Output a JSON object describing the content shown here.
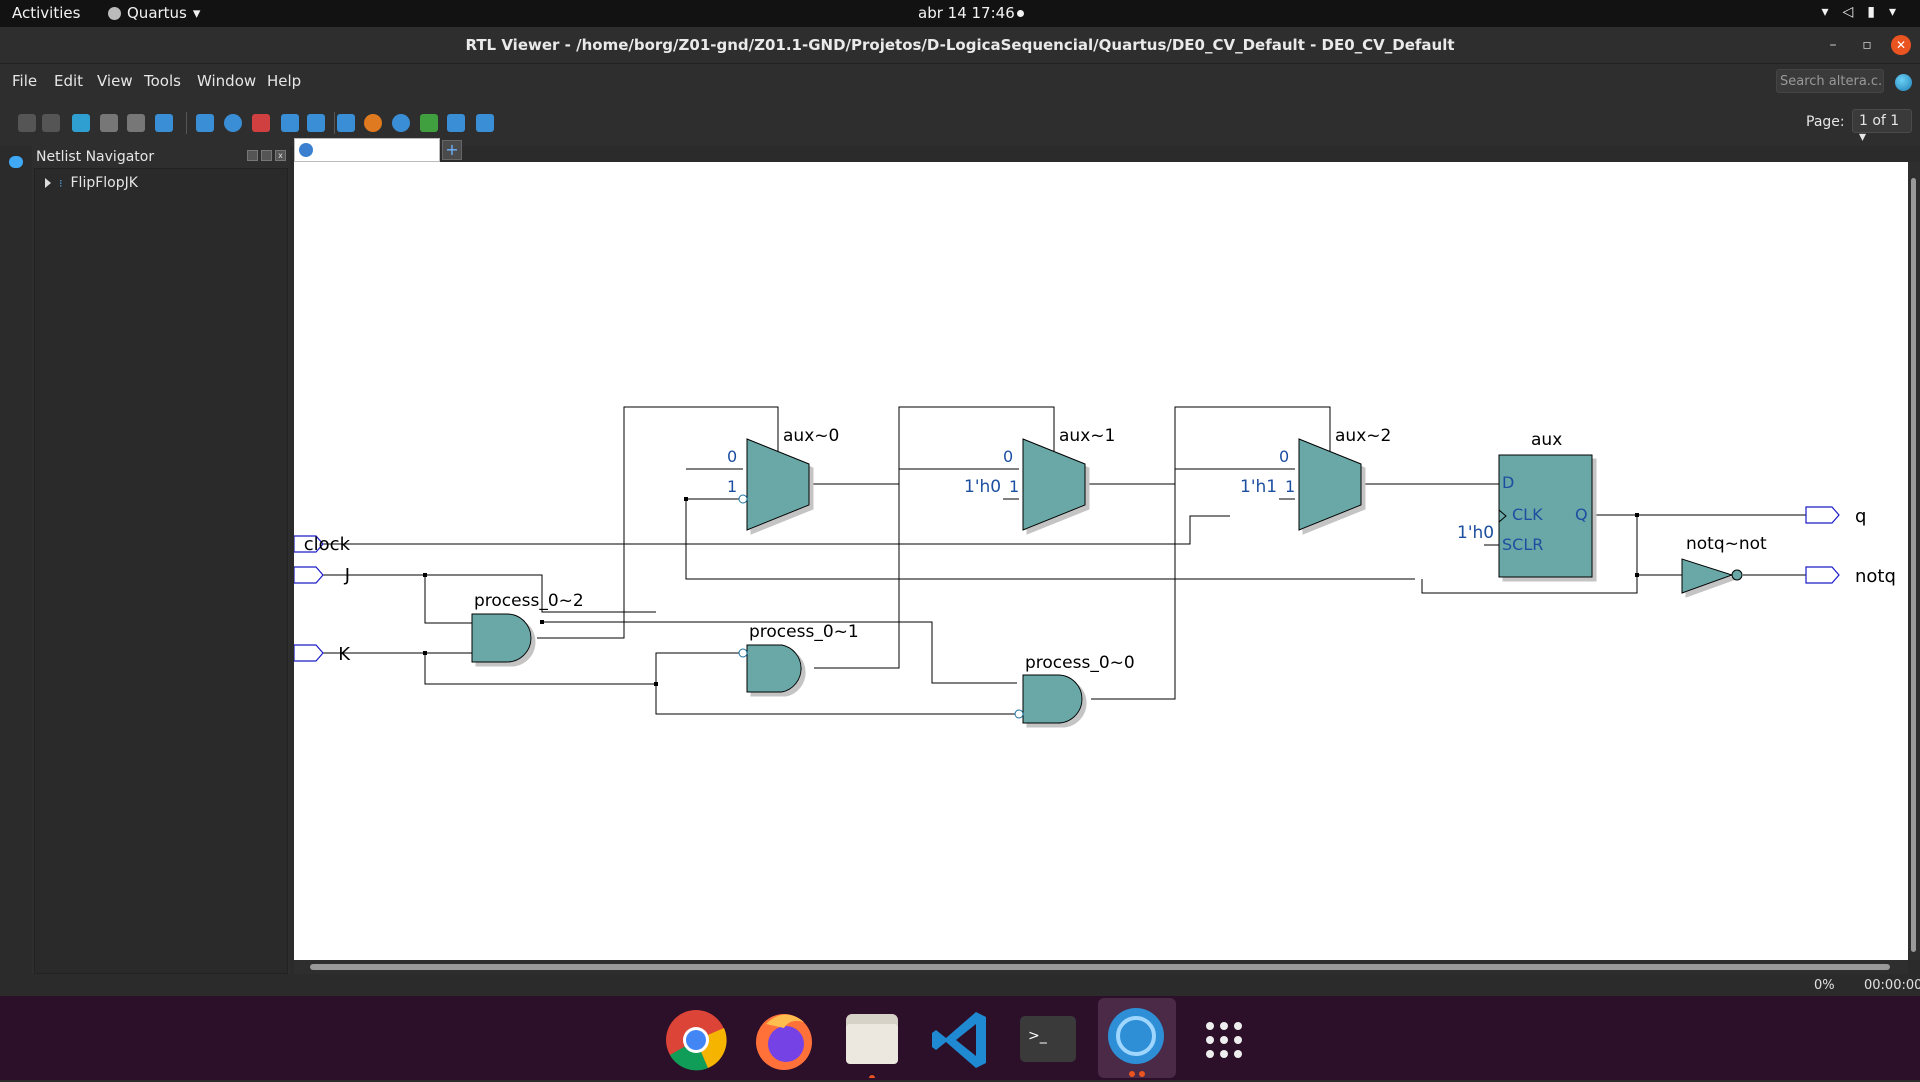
{
  "topbar": {
    "activities": "Activities",
    "app_name": "Quartus",
    "datetime": "abr 14  17:46"
  },
  "window": {
    "title": "RTL Viewer - /home/borg/Z01-gnd/Z01.1-GND/Projetos/D-LogicaSequencial/Quartus/DE0_CV_Default - DE0_CV_Default"
  },
  "menu": {
    "file": "File",
    "edit": "Edit",
    "view": "View",
    "tools": "Tools",
    "window": "Window",
    "help": "Help",
    "search_placeholder": "Search altera.c..."
  },
  "toolbar": {
    "page_label": "Page:",
    "page_value": "1 of 1"
  },
  "navigator": {
    "title": "Netlist Navigator",
    "items": [
      {
        "label": "FlipFlopJK"
      }
    ]
  },
  "schematic": {
    "inputs": {
      "clock": "clock",
      "j": "J",
      "k": "K"
    },
    "outputs": {
      "q": "q",
      "notq": "notq"
    },
    "muxes": [
      {
        "name": "aux~0",
        "in0": "0",
        "in1": "1",
        "const1": ""
      },
      {
        "name": "aux~1",
        "in0": "0",
        "in1": "1",
        "const1": "1'h0"
      },
      {
        "name": "aux~2",
        "in0": "0",
        "in1": "1",
        "const1": "1'h1"
      }
    ],
    "gates": [
      {
        "name": "process_0~2"
      },
      {
        "name": "process_0~1"
      },
      {
        "name": "process_0~0"
      }
    ],
    "register": {
      "name": "aux",
      "pin_d": "D",
      "pin_clk": "CLK",
      "pin_sclr": "SCLR",
      "pin_q": "Q",
      "sclr_const": "1'h0"
    },
    "inverter": {
      "name": "notq~not"
    },
    "colors": {
      "block_fill": "#6aa8a8",
      "wire": "#000000",
      "port": "#1c1cc8"
    }
  },
  "status": {
    "progress": "0%",
    "elapsed": "00:00:00"
  },
  "dock": {
    "apps": [
      "chrome-icon",
      "firefox-icon",
      "files-icon",
      "vscode-icon",
      "terminal-icon",
      "quartus-icon",
      "app-grid-icon"
    ]
  }
}
